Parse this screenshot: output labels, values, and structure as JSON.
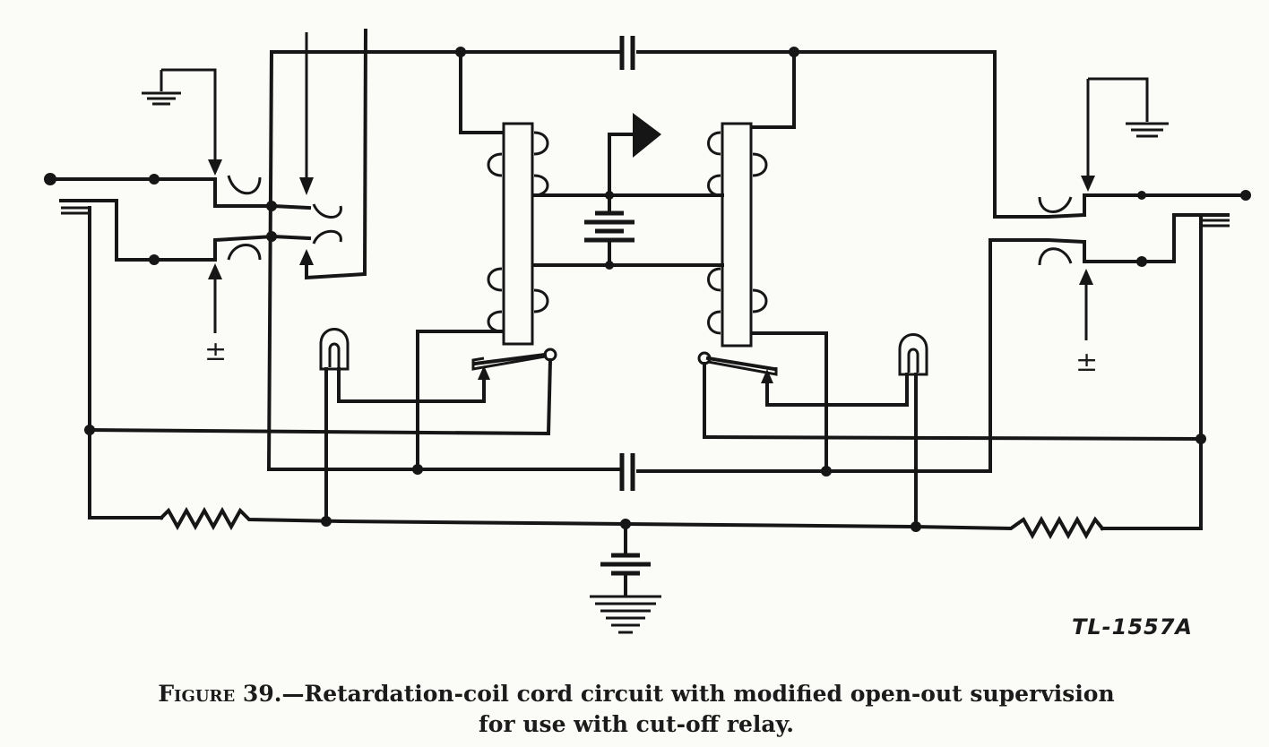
{
  "figure": {
    "reference_code": "TL-1557A",
    "plus_minus_left": "±",
    "plus_minus_right": "±",
    "caption_number": "Figure 39.",
    "caption_line1": "—Retardation-coil cord circuit with modified open-out supervision",
    "caption_line2": "for use with cut-off relay."
  }
}
